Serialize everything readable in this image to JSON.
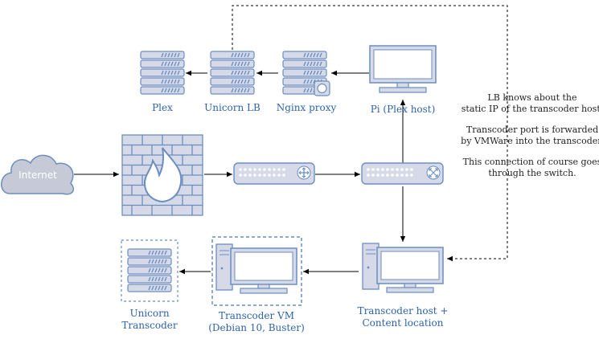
{
  "colors": {
    "accent_text": "#2f63a8",
    "device_fill": "#d6dae8",
    "device_stroke": "#6c8ebf",
    "firewall_flame": "#ffffff",
    "cloud_fill": "#c5cad6",
    "line": "#000000"
  },
  "nodes": {
    "plex": {
      "label": "Plex",
      "icon": "server-rack-icon"
    },
    "unicorn_lb": {
      "label": "Unicorn LB",
      "icon": "server-rack-icon"
    },
    "nginx": {
      "label": "Nginx proxy",
      "icon": "server-proxy-icon"
    },
    "pi": {
      "label": "Pi (Plex host)",
      "icon": "monitor-icon"
    },
    "internet": {
      "label": "Internet",
      "icon": "cloud-icon"
    },
    "firewall": {
      "icon": "firewall-icon"
    },
    "router": {
      "icon": "router-icon"
    },
    "switch": {
      "icon": "switch-icon"
    },
    "unicorn_transcoder": {
      "line1": "Unicorn",
      "line2": "Transcoder",
      "icon": "server-rack-icon"
    },
    "transcoder_vm": {
      "line1": "Transcoder VM",
      "line2": "(Debian 10, Buster)",
      "icon": "workstation-icon"
    },
    "transcoder_host": {
      "line1": "Transcoder host +",
      "line2": "Content location",
      "icon": "workstation-icon"
    }
  },
  "note": {
    "lines": [
      "LB knows about the",
      "static IP of the transcoder host.",
      "",
      "Transcoder port is forwarded",
      "by VMWare into the transcoder.",
      "",
      "This connection of course goes",
      "through the switch."
    ]
  }
}
